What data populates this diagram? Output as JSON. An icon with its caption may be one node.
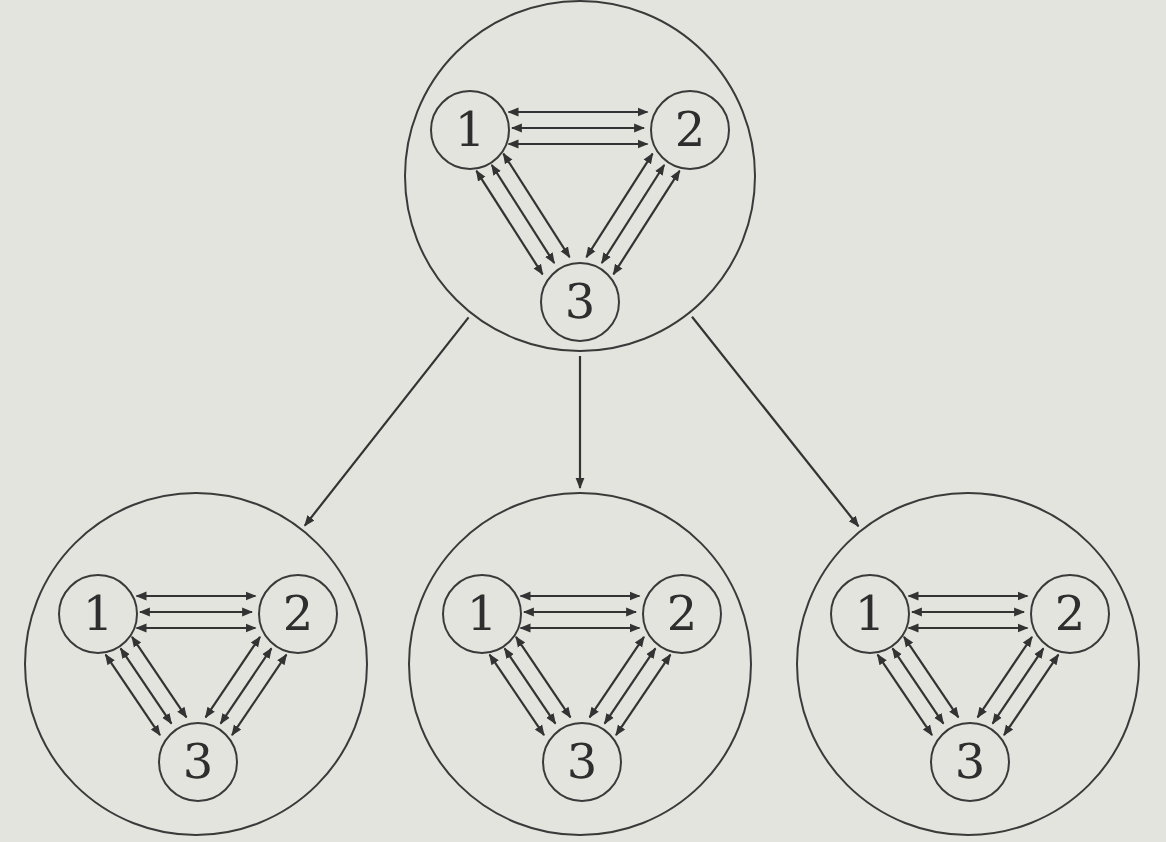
{
  "diagram": {
    "nodes": [
      {
        "text": [],
        "shape": "circle"
      },
      {
        "text": [
          "1"
        ],
        "in": 0
      },
      {
        "text": [
          "2"
        ],
        "in": 0
      },
      {
        "text": [
          "3"
        ],
        "in": 0
      },
      {
        "text": [],
        "shape": "circle"
      },
      {
        "text": [
          "1"
        ],
        "in": 4
      },
      {
        "text": [
          "2"
        ],
        "in": 4
      },
      {
        "text": [
          "3"
        ],
        "in": 4
      },
      {
        "text": [],
        "shape": "circle"
      },
      {
        "text": [
          "1"
        ],
        "in": 8
      },
      {
        "text": [
          "2"
        ],
        "in": 8
      },
      {
        "text": [
          "3"
        ],
        "in": 8
      },
      {
        "text": [],
        "shape": "circle"
      },
      {
        "text": [
          "1"
        ],
        "in": 12
      },
      {
        "text": [
          "2"
        ],
        "in": 12
      },
      {
        "text": [
          "3"
        ],
        "in": 12
      }
    ],
    "edges": [
      {
        "from": 1,
        "to": 2,
        "arrow": "both"
      },
      {
        "from": 1,
        "to": 2,
        "arrow": "both"
      },
      {
        "from": 1,
        "to": 2,
        "arrow": "both"
      },
      {
        "from": 1,
        "to": 3,
        "arrow": "both"
      },
      {
        "from": 1,
        "to": 3,
        "arrow": "both"
      },
      {
        "from": 1,
        "to": 3,
        "arrow": "both"
      },
      {
        "from": 2,
        "to": 3,
        "arrow": "both"
      },
      {
        "from": 2,
        "to": 3,
        "arrow": "both"
      },
      {
        "from": 2,
        "to": 3,
        "arrow": "both"
      },
      {
        "from": 0,
        "to": 4,
        "arrow": "to"
      },
      {
        "from": 0,
        "to": 8,
        "arrow": "to"
      },
      {
        "from": 0,
        "to": 12,
        "arrow": "to"
      },
      {
        "from": 5,
        "to": 6,
        "arrow": "both"
      },
      {
        "from": 5,
        "to": 6,
        "arrow": "both"
      },
      {
        "from": 5,
        "to": 6,
        "arrow": "both"
      },
      {
        "from": 5,
        "to": 7,
        "arrow": "both"
      },
      {
        "from": 5,
        "to": 7,
        "arrow": "both"
      },
      {
        "from": 5,
        "to": 7,
        "arrow": "both"
      },
      {
        "from": 6,
        "to": 7,
        "arrow": "both"
      },
      {
        "from": 6,
        "to": 7,
        "arrow": "both"
      },
      {
        "from": 6,
        "to": 7,
        "arrow": "both"
      },
      {
        "from": 9,
        "to": 10,
        "arrow": "both"
      },
      {
        "from": 9,
        "to": 10,
        "arrow": "both"
      },
      {
        "from": 9,
        "to": 10,
        "arrow": "both"
      },
      {
        "from": 9,
        "to": 11,
        "arrow": "both"
      },
      {
        "from": 9,
        "to": 11,
        "arrow": "both"
      },
      {
        "from": 9,
        "to": 11,
        "arrow": "both"
      },
      {
        "from": 10,
        "to": 11,
        "arrow": "both"
      },
      {
        "from": 10,
        "to": 11,
        "arrow": "both"
      },
      {
        "from": 10,
        "to": 11,
        "arrow": "both"
      },
      {
        "from": 13,
        "to": 14,
        "arrow": "both"
      },
      {
        "from": 13,
        "to": 14,
        "arrow": "both"
      },
      {
        "from": 13,
        "to": 14,
        "arrow": "both"
      },
      {
        "from": 13,
        "to": 15,
        "arrow": "both"
      },
      {
        "from": 13,
        "to": 15,
        "arrow": "both"
      },
      {
        "from": 13,
        "to": 15,
        "arrow": "both"
      },
      {
        "from": 14,
        "to": 15,
        "arrow": "both"
      },
      {
        "from": 14,
        "to": 15,
        "arrow": "both"
      },
      {
        "from": 14,
        "to": 15,
        "arrow": "both"
      }
    ]
  }
}
